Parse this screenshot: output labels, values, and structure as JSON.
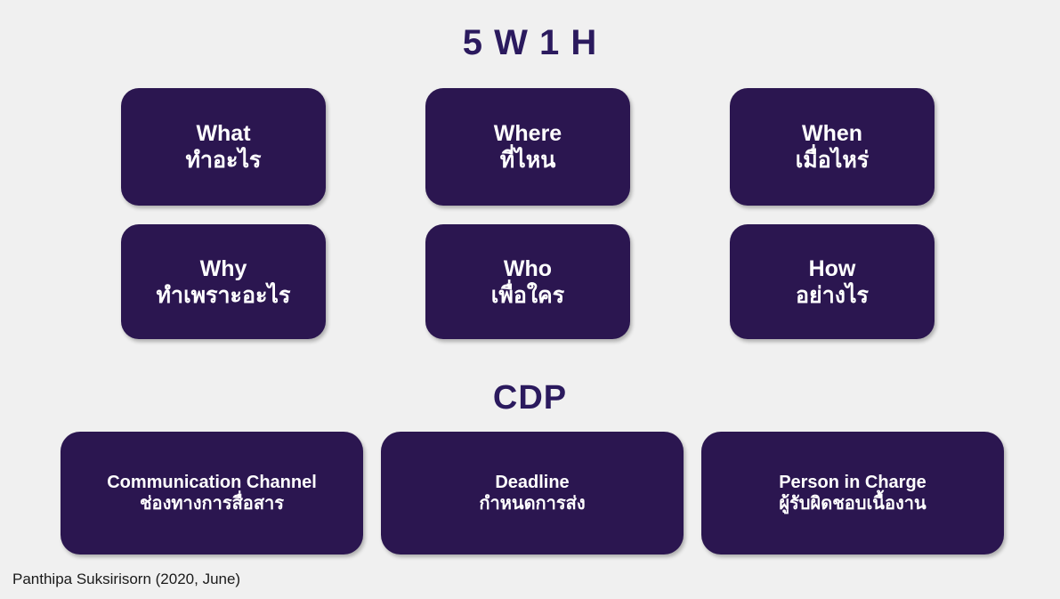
{
  "page": {
    "background_color": "#f0f0f0",
    "card_color": "#2b1650",
    "heading_color": "#2b1a5e",
    "card_text_color": "#ffffff"
  },
  "sections": [
    {
      "id": "5w1h",
      "title": "5 W 1 H",
      "cards": [
        {
          "en": "What",
          "th": "ทำอะไร"
        },
        {
          "en": "Where",
          "th": "ที่ไหน"
        },
        {
          "en": "When",
          "th": "เมื่อไหร่"
        },
        {
          "en": "Why",
          "th": "ทำเพราะอะไร"
        },
        {
          "en": "Who",
          "th": "เพื่อใคร"
        },
        {
          "en": "How",
          "th": "อย่างไร"
        }
      ]
    },
    {
      "id": "cdp",
      "title": "CDP",
      "cards": [
        {
          "en": "Communication Channel",
          "th": "ช่องทางการสื่อสาร"
        },
        {
          "en": "Deadline",
          "th": "กำหนดการส่ง"
        },
        {
          "en": "Person in Charge",
          "th": "ผู้รับผิดชอบเนื้องาน"
        }
      ]
    }
  ],
  "caption": "Panthipa Suksirisorn (2020, June)"
}
